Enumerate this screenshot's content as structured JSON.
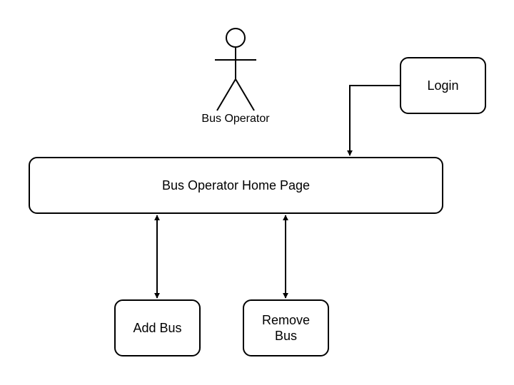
{
  "actor": {
    "label": "Bus Operator"
  },
  "nodes": {
    "home": "Bus Operator Home Page",
    "login": "Login",
    "add_bus": "Add Bus",
    "remove_bus": "Remove\nBus"
  },
  "connections": [
    {
      "from": "login",
      "to": "home",
      "direction": "one-way"
    },
    {
      "from": "home",
      "to": "add_bus",
      "direction": "two-way"
    },
    {
      "from": "home",
      "to": "remove_bus",
      "direction": "two-way"
    }
  ],
  "colors": {
    "stroke": "#000000",
    "fill": "#ffffff",
    "text": "#000000"
  }
}
